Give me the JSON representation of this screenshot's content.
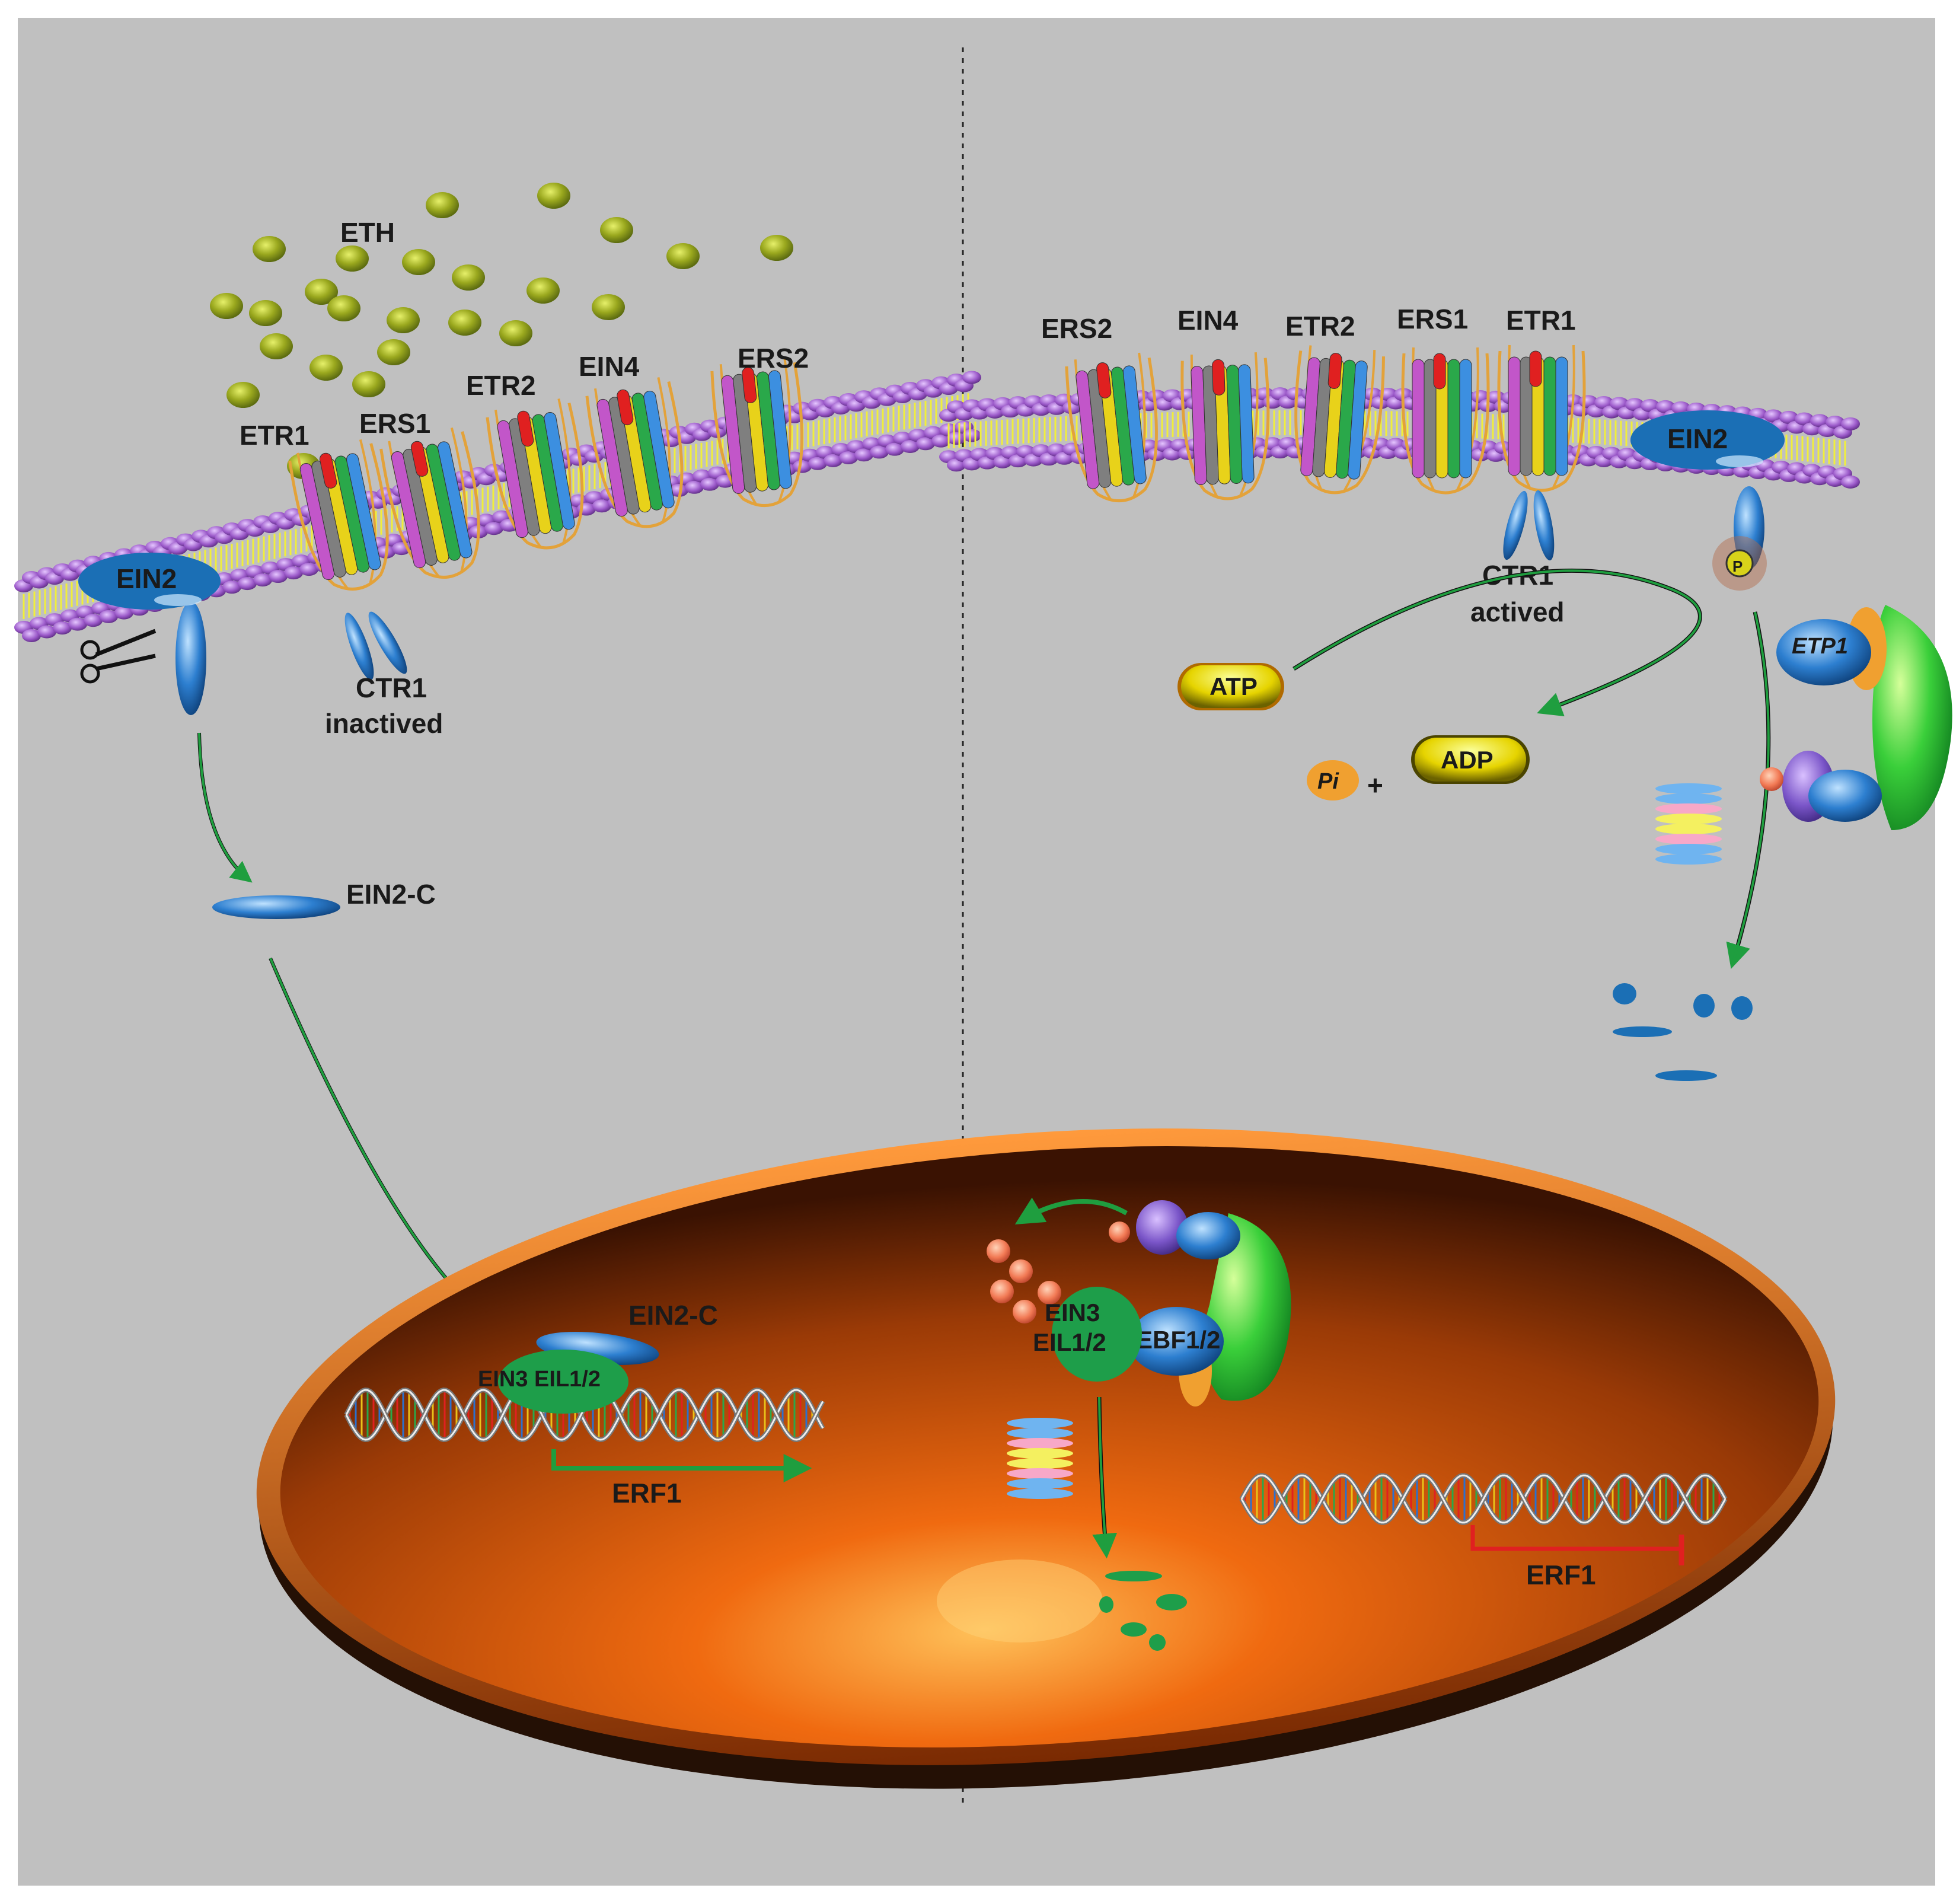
{
  "ligand": {
    "label": "ETH"
  },
  "receptors_left": [
    "ETR1",
    "ERS1",
    "ETR2",
    "EIN4",
    "ERS2"
  ],
  "receptors_right": [
    "ERS2",
    "EIN4",
    "ETR2",
    "ERS1",
    "ETR1"
  ],
  "left": {
    "ein2": "EIN2",
    "ctr1_line1": "CTR1",
    "ctr1_line2": "inactived",
    "ein2c": "EIN2-C",
    "ein2c_nucleus": "EIN2-C",
    "ein3_eil": "EIN3 EIL1/2",
    "erf1": "ERF1"
  },
  "right": {
    "ein2": "EIN2",
    "ctr1_line1": "CTR1",
    "ctr1_line2": "actived",
    "phospho": "P",
    "atp": "ATP",
    "adp": "ADP",
    "pi": "Pi",
    "plus": "+",
    "etp1": "ETP1",
    "ein3_line1": "EIN3",
    "ein3_line2": "EIL1/2",
    "ebf": "EBF1/2",
    "erf1": "ERF1"
  },
  "colors": {
    "background": "#c0c0c0",
    "ethylene": "#9aa81e",
    "membrane_head": "#9b59c9",
    "membrane_tail": "#f1ef3a",
    "ein2": "#1b6fb5",
    "arrow": "#1f9e3f",
    "nucleus": "#d85a0c",
    "repression": "#e02020",
    "atp_pill": "#e6d400"
  }
}
